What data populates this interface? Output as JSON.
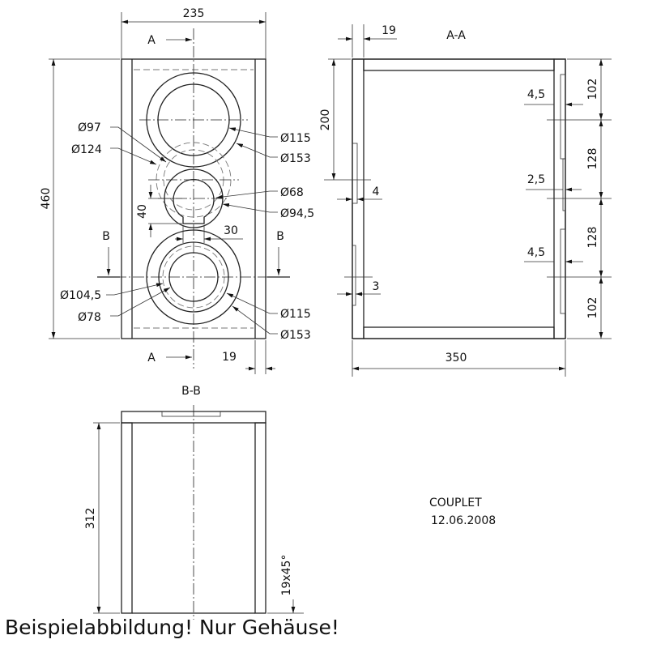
{
  "front_view": {
    "width_dim": "235",
    "height_dim": "460",
    "section_a_label": "A",
    "section_b_label": "B",
    "dia_97": "Ø97",
    "dia_124": "Ø124",
    "dia_115_top": "Ø115",
    "dia_153_top": "Ø153",
    "dia_68": "Ø68",
    "dia_94_5": "Ø94,5",
    "dim_40": "40",
    "dim_30": "30",
    "dia_104_5": "Ø104,5",
    "dia_78": "Ø78",
    "dia_115_bottom": "Ø115",
    "dia_153_bottom": "Ø153",
    "wall_19": "19"
  },
  "section_aa": {
    "title": "A-A",
    "wall_19": "19",
    "dim_200": "200",
    "dim_4": "4",
    "dim_3": "3",
    "depth_350": "350",
    "recess_4_5_top": "4,5",
    "recess_2_5": "2,5",
    "recess_4_5_bottom": "4,5",
    "seg_102_top": "102",
    "seg_128_a": "128",
    "seg_128_b": "128",
    "seg_102_bottom": "102"
  },
  "section_bb": {
    "title": "B-B",
    "height_312": "312",
    "chamfer": "19x45°"
  },
  "title_block": {
    "name": "COUPLET",
    "date": "12.06.2008"
  },
  "footer": "Beispielabbildung! Nur Gehäuse!"
}
